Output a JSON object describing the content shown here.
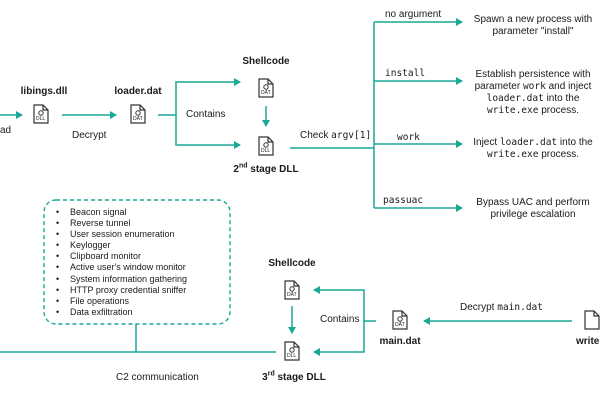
{
  "nodes": {
    "libings": "libings.dll",
    "loader": "loader.dat",
    "shellcode_top": "Shellcode",
    "stage2": {
      "num": "2",
      "ord": "nd",
      "rest": " stage DLL"
    },
    "shellcode_bottom": "Shellcode",
    "stage3": {
      "num": "3",
      "ord": "rd",
      "rest": " stage DLL"
    },
    "main": "main.dat",
    "write_cut": "write",
    "left_cut": "ad"
  },
  "file_icon_label": "DAT",
  "file_icon_label_dll": "DLL",
  "edges": {
    "decrypt_loader": "Decrypt",
    "contains_top": "Contains",
    "check_prefix": "Check ",
    "check_arg": "argv[1]",
    "contains_bottom": "Contains",
    "decrypt_main_prefix": "Decrypt ",
    "decrypt_main_file": "main.dat",
    "c2": "C2 communication"
  },
  "branches": [
    {
      "arg": "no argument",
      "line1": "Spawn a new process with",
      "line2": "parameter \"install\""
    },
    {
      "arg": "install"
    },
    {
      "arg": "work"
    },
    {
      "arg": "passuac",
      "line1": "Bypass UAC and perform",
      "line2": "privilege escalation"
    }
  ],
  "install_desc": {
    "l1": "Establish persistence with",
    "l2a": "parameter ",
    "l2b": "work",
    "l2c": " and inject",
    "l3a": "loader.dat",
    "l3b": " into the",
    "l4a": "write.exe",
    "l4b": " process."
  },
  "work_desc": {
    "l1a": "Inject ",
    "l1b": "loader.dat",
    "l1c": " into the",
    "l2a": "write.exe",
    "l2b": " process."
  },
  "capabilities": [
    "Beacon signal",
    "Reverse tunnel",
    "User session enumeration",
    "Keylogger",
    "Clipboard monitor",
    "Active user's window monitor",
    "System information gathering",
    "HTTP proxy credential sniffer",
    "File operations",
    "Data exfiltration"
  ],
  "colors": {
    "accent": "#1aa996",
    "text": "#1a1a1a",
    "icon": "#333333"
  }
}
